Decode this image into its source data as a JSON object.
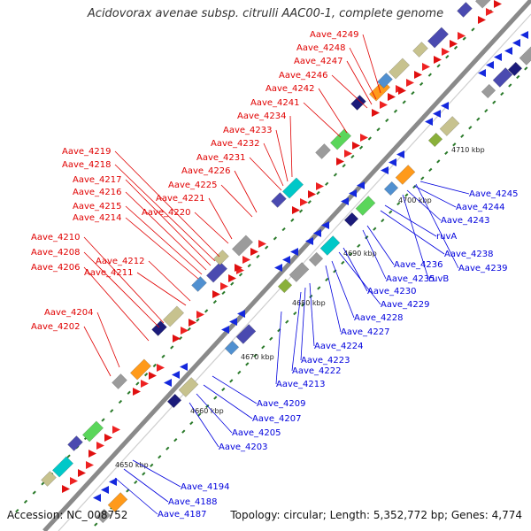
{
  "title": "Acidovorax avenae subsp. citrulli AAC00-1, complete genome",
  "footer": {
    "accession": "Accession: NC_008752",
    "stats": "Topology: circular; Length: 5,352,772 bp; Genes: 4,774"
  },
  "colors": {
    "backbone": "#8a8a8a",
    "forward_label": "#e00000",
    "reverse_label": "#0000dd",
    "tick_dot": "#2a7a2a"
  },
  "tick_labels": [
    "4650 kbp",
    "4660 kbp",
    "4670 kbp",
    "4680 kbp",
    "4690 kbp",
    "4700 kbp",
    "4710 kbp"
  ],
  "forward_labels": [
    "Aave_4249",
    "Aave_4248",
    "Aave_4247",
    "Aave_4246",
    "Aave_4242",
    "Aave_4241",
    "Aave_4234",
    "Aave_4233",
    "Aave_4232",
    "Aave_4231",
    "Aave_4226",
    "Aave_4225",
    "Aave_4221",
    "Aave_4220",
    "Aave_4219",
    "Aave_4218",
    "Aave_4217",
    "Aave_4216",
    "Aave_4215",
    "Aave_4214",
    "Aave_4210",
    "Aave_4208",
    "Aave_4212",
    "Aave_4211",
    "Aave_4206",
    "Aave_4204",
    "Aave_4202"
  ],
  "reverse_labels": [
    "Aave_4245",
    "Aave_4244",
    "Aave_4243",
    "ruvA",
    "Aave_4238",
    "Aave_4239",
    "Aave_4236",
    "Aave_4235",
    "ruvB",
    "Aave_4230",
    "Aave_4229",
    "Aave_4228",
    "Aave_4227",
    "Aave_4224",
    "Aave_4223",
    "Aave_4222",
    "Aave_4213",
    "Aave_4209",
    "Aave_4207",
    "Aave_4205",
    "Aave_4203",
    "Aave_4194",
    "Aave_4188",
    "Aave_4187"
  ]
}
